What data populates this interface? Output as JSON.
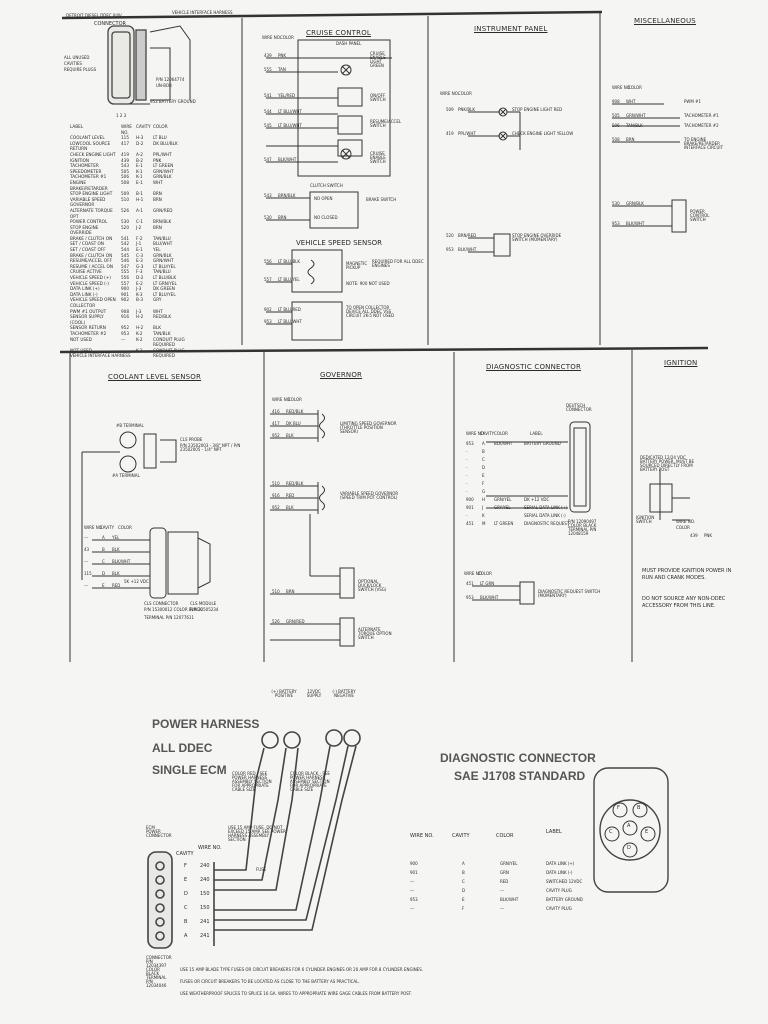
{
  "top_banner": {
    "code": "DETROIT DIESEL DDEC III/IV",
    "harness": "VEHICLE INTERFACE HARNESS"
  },
  "connector_block": {
    "label": "CONNECTOR",
    "notes": [
      "ALL UNUSED",
      "CAVITIES",
      "REQUIRE PLUGS"
    ],
    "codes": [
      "P/N 12064774",
      "UN-BOB"
    ],
    "pins": "1 2 3",
    "battery_ground": "953 BATTERY GROUND"
  },
  "function_table": {
    "headers": [
      "LABEL",
      "WIRE NO.",
      "CAVITY",
      "COLOR"
    ],
    "rows": [
      [
        "COOLANT LEVEL",
        "115",
        "H-3",
        "LT BLU"
      ],
      [
        "LOWCOOL SOURCE RETURN",
        "417",
        "D-2",
        "DK BLU/BLK"
      ],
      [
        "CHECK ENGINE LIGHT",
        "419",
        "A-2",
        "PPL/WHT"
      ],
      [
        "IGNITION",
        "439",
        "B-2",
        "PNK"
      ],
      [
        "TACHOMETER",
        "543",
        "E-1",
        "LT GREEN"
      ],
      [
        "SPEEDOMETER",
        "505",
        "K-1",
        "GRN/WHT"
      ],
      [
        "TACHOMETER #1",
        "506",
        "K-1",
        "GRN/BLK"
      ],
      [
        "ENGINE BRAKE/RETARDER",
        "508",
        "E-1",
        "WHT"
      ],
      [
        "STOP ENGINE LIGHT",
        "509",
        "B-1",
        "BRN"
      ],
      [
        "VARIABLE SPEED GOVERNOR",
        "510",
        "H-1",
        "BRN"
      ],
      [
        "ALTERNATE TORQUE OPT",
        "526",
        "A-1",
        "GRN/RED"
      ],
      [
        "POWER CONTROL",
        "530",
        "C-1",
        "BRN/BLK"
      ],
      [
        "STOP ENGINE OVERRIDE",
        "520",
        "J-2",
        "BRN"
      ],
      [
        "BRAKE / CLUTCH ON",
        "541",
        "F-2",
        "TAN/BLU"
      ],
      [
        "SET / COAST ON",
        "542",
        "J-1",
        "BLU/WHT"
      ],
      [
        "SET / COAST OFF",
        "544",
        "E-1",
        "YEL"
      ],
      [
        "BRAKE / CLUTCH ON",
        "545",
        "C-3",
        "GRN/BLK"
      ],
      [
        "RESUME/ACCEL OFF",
        "546",
        "E-3",
        "GRN/WHT"
      ],
      [
        "RESUME / ACCEL ON",
        "547",
        "G-3",
        "LT BLU/YEL"
      ],
      [
        "CRUISE ACTIVE",
        "555",
        "F-3",
        "TAN/BLU"
      ],
      [
        "VEHICLE SPEED (+)",
        "556",
        "D-2",
        "LT BLU/BLK"
      ],
      [
        "VEHICLE SPEED (-)",
        "557",
        "E-2",
        "LT GRN/YEL"
      ],
      [
        "DATA LINK (+)",
        "900",
        "J-3",
        "DK GREEN"
      ],
      [
        "DATA LINK (-)",
        "901",
        "K-3",
        "LT BLU/YEL"
      ],
      [
        "VEHICLE SPEED OPEN COLLECTOR",
        "902",
        "B-3",
        "GRY"
      ],
      [
        "PWM #1 OUTPUT",
        "908",
        "J-3",
        "WHT"
      ],
      [
        "SENSOR SUPPLY (COOL)",
        "916",
        "H-2",
        "RED/BLK"
      ],
      [
        "SENSOR RETURN",
        "952",
        "H-2",
        "BLK"
      ],
      [
        "TACHOMETER #2",
        "953",
        "K-2",
        "TAN/BLK"
      ],
      [
        "NOT USED",
        "---",
        "K-2",
        "CONDUIT PLUG REQUIRED"
      ],
      [
        "NOT USED",
        "---",
        "K-2",
        "CONDUIT PLUG REQUIRED"
      ]
    ]
  },
  "cruise_control": {
    "title": "CRUISE CONTROL",
    "subtitle": "DASH PANEL",
    "col_headers": [
      "WIRE NO.",
      "COLOR"
    ],
    "wires": [
      {
        "no": "439",
        "color": "PNK"
      },
      {
        "no": "555",
        "color": "TAN"
      },
      {
        "no": "541",
        "color": "YEL/RED"
      },
      {
        "no": "544",
        "color": "LT BLU/WHT"
      },
      {
        "no": "545",
        "color": "LT BLU/WHT"
      },
      {
        "no": "547",
        "color": "BLK/WHT"
      }
    ],
    "switches": [
      "CRUISE ENABLE LIGHT GREEN",
      "ON/OFF SWITCH",
      "RESUME/ACCEL SWITCH",
      "CRUISE ENABLE SWITCH"
    ],
    "clutch": {
      "label": "CLUTCH SWITCH",
      "sub1": "NO OPEN",
      "sub2": "NO CLOSED",
      "brake": "BRAKE SWITCH"
    },
    "clutch_wires": [
      {
        "no": "543",
        "color": "BRN/BLK"
      },
      {
        "no": "530",
        "color": "BRN"
      }
    ],
    "vss": {
      "title": "VEHICLE SPEED SENSOR",
      "wires": [
        {
          "no": "556",
          "color": "LT BLU/BLK"
        },
        {
          "no": "557",
          "color": "LT BLU/YEL"
        },
        {
          "no": "902",
          "color": "LT BLU/RED"
        },
        {
          "no": "953",
          "color": "LT BLU/WHT"
        }
      ],
      "pickup": "MAGNETIC PICKUP",
      "pickup_note": "NOTE: 900 NOT USED",
      "required": "REQUIRED FOR ALL DDEC ENGINES",
      "collector": "TO OPEN COLLECTOR DEVICE ALL DDEC VSS CIRCUIT 2K-5 NOT USED"
    }
  },
  "instrument_panel": {
    "title": "INSTRUMENT PANEL",
    "col_headers": [
      "WIRE NO.",
      "COLOR"
    ],
    "wires": [
      {
        "no": "509",
        "color": "PNK/BLK",
        "label": "STOP ENGINE LIGHT RED"
      },
      {
        "no": "419",
        "color": "PPL/WHT",
        "label": "CHECK ENGINE LIGHT YELLOW"
      },
      {
        "no": "520",
        "color": "BRN/RED",
        "label": "STOP ENGINE OVERRIDE SWITCH (MOMENTARY)"
      },
      {
        "no": "953",
        "color": "BLK/WHT"
      }
    ]
  },
  "miscellaneous": {
    "title": "MISCELLANEOUS",
    "col_headers": [
      "WIRE NO.",
      "COLOR"
    ],
    "wires": [
      {
        "no": "908",
        "color": "WHT",
        "label": "PWM #1"
      },
      {
        "no": "505",
        "color": "GRN/WHT",
        "label": "TACHOMETER #1"
      },
      {
        "no": "506",
        "color": "TAN/BLK",
        "label": "TACHOMETER #2"
      },
      {
        "no": "508",
        "color": "BRN",
        "label": "TO ENGINE BRAKE/RETARDER INTERFACE CIRCUIT"
      },
      {
        "no": "530",
        "color": "GRN/BLK"
      },
      {
        "no": "953",
        "color": "BLK/WHT"
      }
    ],
    "power_control": "POWER CONTROL SWITCH"
  },
  "second_banner": "VEHICLE INTERFACE HARNESS",
  "coolant_level": {
    "title": "COOLANT LEVEL SENSOR",
    "probe_terminal": "#B TERMINAL",
    "ball_terminal": "#A TERMINAL",
    "probe": "CLS PROBE",
    "probe_pn": "P/N 23502003 - 3/8\" NPT / P/N 23502005 - 1/4\" NPT",
    "col_headers": [
      "WIRE NO.",
      "CAVITY",
      "COLOR"
    ],
    "wires": [
      {
        "no": "---",
        "cav": "A",
        "color": "YEL"
      },
      {
        "no": "43",
        "cav": "B",
        "color": "BLK"
      },
      {
        "no": "---",
        "cav": "C",
        "color": "BLK/WHT"
      },
      {
        "no": "115",
        "cav": "D",
        "color": "BLK"
      },
      {
        "no": "---",
        "cav": "E",
        "color": "RED",
        "extra": "5K +12 VDC"
      }
    ],
    "connector": "CLS CONNECTOR",
    "connector_pn": "P/N 15300012 COLOR BLACK",
    "module": "CLS MODULE",
    "module_pn": "P/N 23505234",
    "terminal": "TERMINAL P/N 12077611"
  },
  "governor": {
    "title": "GOVERNOR",
    "col_headers": [
      "WIRE NO.",
      "COLOR"
    ],
    "wires": [
      {
        "no": "416",
        "color": "RED/BLK"
      },
      {
        "no": "417",
        "color": "DK BLU"
      },
      {
        "no": "952",
        "color": "BLK"
      },
      {
        "no": "510",
        "color": "RED/BLK"
      },
      {
        "no": "916",
        "color": "RED"
      },
      {
        "no": "952",
        "color": "BLK"
      },
      {
        "no": "510",
        "color": "BRN"
      },
      {
        "no": "526",
        "color": "GRN/RED"
      }
    ],
    "sensors": [
      "LIMITING SPEED GOVERNOR (THROTTLE POSITION SENSOR)",
      "VARIABLE SPEED GOVERNOR (SPEED TRIM POT CONTROL)",
      "OPTIONAL DUCK/LOCK SWITCH (VSG)",
      "ALTERNATE TORQUE OPTION SWITCH"
    ]
  },
  "diagnostic_connector": {
    "title": "DIAGNOSTIC CONNECTOR",
    "col_headers": [
      "WIRE NO.",
      "CAVITY",
      "COLOR",
      "LABEL"
    ],
    "rows": [
      {
        "no": "953",
        "cav": "A",
        "color": "BLK/WHT",
        "label": "BATTERY GROUND"
      },
      {
        "no": "-",
        "cav": "B",
        "color": "",
        "label": ""
      },
      {
        "no": "-",
        "cav": "C",
        "color": "",
        "label": ""
      },
      {
        "no": "-",
        "cav": "D",
        "color": "",
        "label": ""
      },
      {
        "no": "-",
        "cav": "E",
        "color": "",
        "label": ""
      },
      {
        "no": "-",
        "cav": "F",
        "color": "",
        "label": ""
      },
      {
        "no": "-",
        "cav": "G",
        "color": "",
        "label": ""
      },
      {
        "no": "900",
        "cav": "H",
        "color": "GRN/YEL",
        "label": "DK +12 VDC"
      },
      {
        "no": "901",
        "cav": "J",
        "color": "GRY/YEL",
        "label": "SERIAL DATA LINK (+)"
      },
      {
        "no": "-",
        "cav": "K",
        "color": "",
        "label": "SERIAL DATA LINK (-)"
      },
      {
        "no": "451",
        "cav": "M",
        "color": "LT GREEN",
        "label": "DIAGNOSTIC REQUEST"
      }
    ],
    "side_label": "DEUTSCH CONNECTOR",
    "pn": "P/N 12090497 COLOR BLACK TERMINAL P/N 12048159",
    "request": {
      "wires": [
        {
          "no": "451",
          "color": "LT GRN"
        },
        {
          "no": "953",
          "color": "BLK/WHT"
        }
      ],
      "label": "DIAGNOSTIC REQUEST SWITCH (MOMENTARY)"
    }
  },
  "ignition": {
    "title": "IGNITION",
    "note": "DEDICATED 12/24 VDC BATTERY POWER, MUST BE SOURCED DIRECTLY FROM BATTERY POST",
    "switch": "IGNITION SWITCH",
    "col_headers": [
      "WIRE NO.",
      "COLOR"
    ],
    "wires": [
      {
        "no": "439",
        "color": "PNK"
      }
    ],
    "warn1": "MUST PROVIDE IGNITION POWER IN RUN AND CRANK MODES.",
    "warn2": "DO NOT SOURCE ANY NON-DDEC ACCESSORY FROM THIS LINE."
  },
  "power_harness": {
    "title_lines": [
      "POWER HARNESS",
      "ALL DDEC",
      "SINGLE ECM"
    ],
    "battery_labels": [
      "(+) BATTERY POSITIVE",
      "12VDC SUPPLY",
      "(-) BATTERY NEGATIVE"
    ],
    "ecm_label": "ECM POWER CONNECTOR",
    "col_headers": [
      "CAVITY",
      "WIRE NO."
    ],
    "rows": [
      {
        "cav": "F",
        "wire": "240"
      },
      {
        "cav": "E",
        "wire": "240"
      },
      {
        "cav": "D",
        "wire": "150"
      },
      {
        "cav": "C",
        "wire": "150"
      },
      {
        "cav": "B",
        "wire": "241"
      },
      {
        "cav": "A",
        "wire": "241"
      }
    ],
    "note_left": "COLOR RED - SEE POWER HARNESS ASSEMBLY SECTION FOR APPROPRIATE CABLE SIZE",
    "note_right": "COLOR BLACK - SEE POWER HARNESS ASSEMBLY SECTION FOR APPROPRIATE CABLE SIZE",
    "fuse_note": "USE 15 AMP FUSE. DO NOT EXCEED 15 AMP. SEE POWER HARNESS ASSEMBLY SECTION",
    "fuse": "FUSE",
    "connector_pn": "CONNECTOR P/N 12034397 COLOR BLACK TERMINAL P/N 12034046",
    "footnotes": [
      "USE 15 AMP BLADE TYPE FUSES OR CIRCUIT BREAKERS FOR 6 CYLINDER ENGINES OR 20 AMP FOR 8 CYLINDER ENGINES.",
      "FUSES OR CIRCUIT BREAKERS TO BE LOCATED AS CLOSE TO THE BATTERY AS PRACTICAL.",
      "USE WEATHERPROOF SPLICES TO SPLICE 16 GA. WIRES TO APPROPRIATE WIRE GAGE CABLES FROM BATTERY POST."
    ]
  },
  "j1708": {
    "title_lines": [
      "DIAGNOSTIC CONNECTOR",
      "SAE J1708 STANDARD"
    ],
    "col_headers": [
      "WIRE NO.",
      "CAVITY",
      "COLOR",
      "LABEL"
    ],
    "rows": [
      {
        "no": "900",
        "cav": "A",
        "color": "GRN/YEL",
        "label": "DATA LINK (+)"
      },
      {
        "no": "901",
        "cav": "B",
        "color": "GRN",
        "label": "DATA LINK (-)"
      },
      {
        "no": "---",
        "cav": "C",
        "color": "RED",
        "label": "SWITCHED 12VDC"
      },
      {
        "no": "---",
        "cav": "D",
        "color": "---",
        "label": "CAVITY PLUG"
      },
      {
        "no": "953",
        "cav": "E",
        "color": "BLK/WHT",
        "label": "BATTERY GROUND"
      },
      {
        "no": "---",
        "cav": "F",
        "color": "---",
        "label": "CAVITY PLUG"
      }
    ],
    "pins": [
      "F",
      "B",
      "A",
      "C",
      "E",
      "D"
    ]
  }
}
